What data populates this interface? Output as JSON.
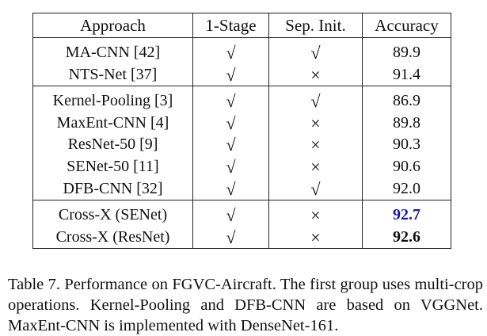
{
  "table": {
    "headers": [
      "Approach",
      "1-Stage",
      "Sep. Init.",
      "Accuracy"
    ],
    "check_symbol": "√",
    "cross_symbol": "×",
    "groups": [
      [
        {
          "approach": "MA-CNN [42]",
          "one_stage": "√",
          "sep_init": "√",
          "accuracy": "89.9"
        },
        {
          "approach": "NTS-Net [37]",
          "one_stage": "√",
          "sep_init": "×",
          "accuracy": "91.4"
        }
      ],
      [
        {
          "approach": "Kernel-Pooling [3]",
          "one_stage": "√",
          "sep_init": "√",
          "accuracy": "86.9"
        },
        {
          "approach": "MaxEnt-CNN [4]",
          "one_stage": "√",
          "sep_init": "×",
          "accuracy": "89.8"
        },
        {
          "approach": "ResNet-50 [9]",
          "one_stage": "√",
          "sep_init": "×",
          "accuracy": "90.3"
        },
        {
          "approach": "SENet-50 [11]",
          "one_stage": "√",
          "sep_init": "×",
          "accuracy": "90.6"
        },
        {
          "approach": "DFB-CNN [32]",
          "one_stage": "√",
          "sep_init": "√",
          "accuracy": "92.0"
        }
      ],
      [
        {
          "approach": "Cross-X (SENet)",
          "one_stage": "√",
          "sep_init": "×",
          "accuracy": "92.7"
        },
        {
          "approach": "Cross-X (ResNet)",
          "one_stage": "√",
          "sep_init": "×",
          "accuracy": "92.6"
        }
      ]
    ],
    "highlight_color": "#1a1aa6"
  },
  "caption": {
    "text": "Table 7. Performance on FGVC-Aircraft.  The first group uses multi-crop operations.  Kernel-Pooling and DFB-CNN are based on VGGNet. MaxEnt-CNN is implemented with DenseNet-161."
  }
}
